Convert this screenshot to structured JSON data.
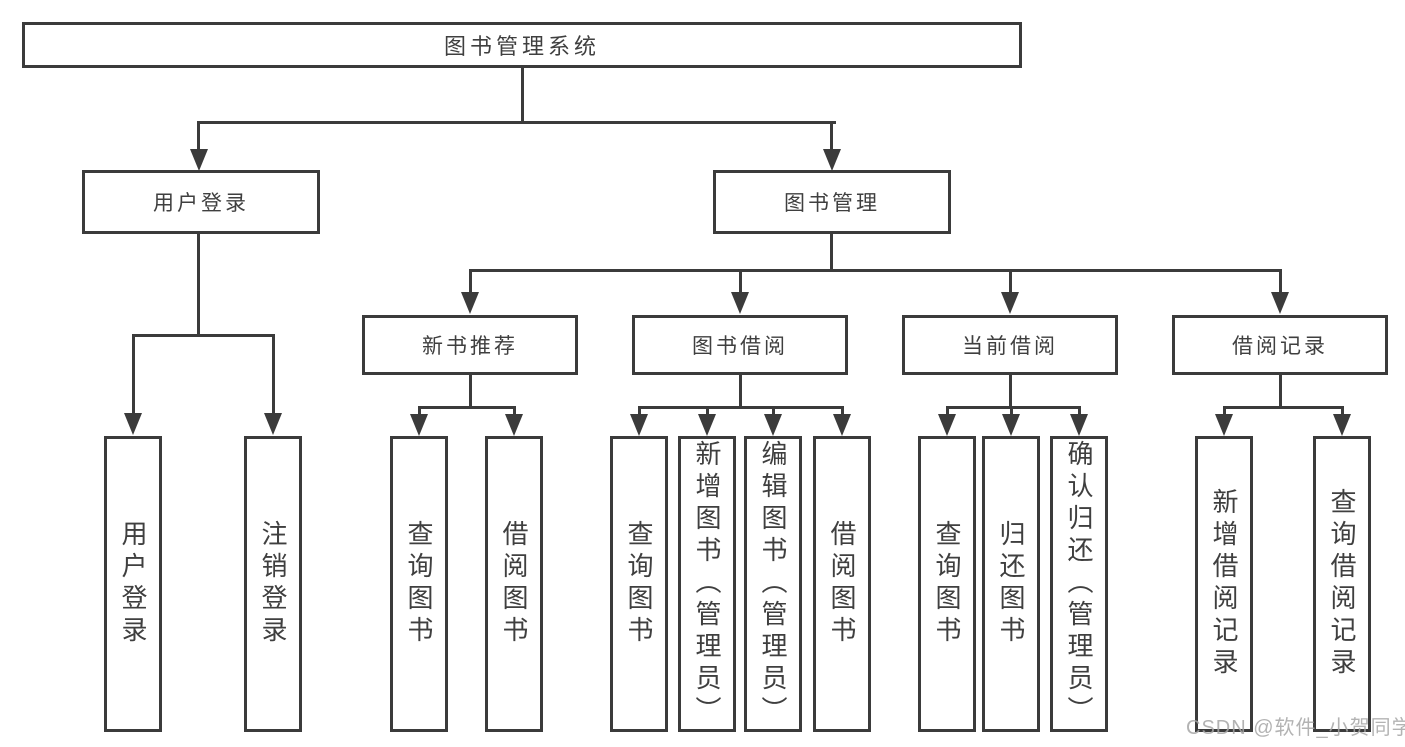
{
  "tree": {
    "label": "图书管理系统",
    "children": [
      {
        "label": "用户登录",
        "children": [
          {
            "label": "用户登录"
          },
          {
            "label": "注销登录"
          }
        ]
      },
      {
        "label": "图书管理",
        "children": [
          {
            "label": "新书推荐",
            "children": [
              {
                "label": "查询图书"
              },
              {
                "label": "借阅图书"
              }
            ]
          },
          {
            "label": "图书借阅",
            "children": [
              {
                "label": "查询图书"
              },
              {
                "label": "新增图书（管理员）"
              },
              {
                "label": "编辑图书（管理员）"
              },
              {
                "label": "借阅图书"
              }
            ]
          },
          {
            "label": "当前借阅",
            "children": [
              {
                "label": "查询图书"
              },
              {
                "label": "归还图书"
              },
              {
                "label": "确认归还（管理员）"
              }
            ]
          },
          {
            "label": "借阅记录",
            "children": [
              {
                "label": "新增借阅记录"
              },
              {
                "label": "查询借阅记录"
              }
            ]
          }
        ]
      }
    ]
  },
  "watermark": {
    "text": "CSDN @软件_小贺同学"
  },
  "colors": {
    "line": "#3b3b3b",
    "text": "#3f3f3f",
    "background": "#ffffff",
    "watermark": "#a6a6a6"
  }
}
